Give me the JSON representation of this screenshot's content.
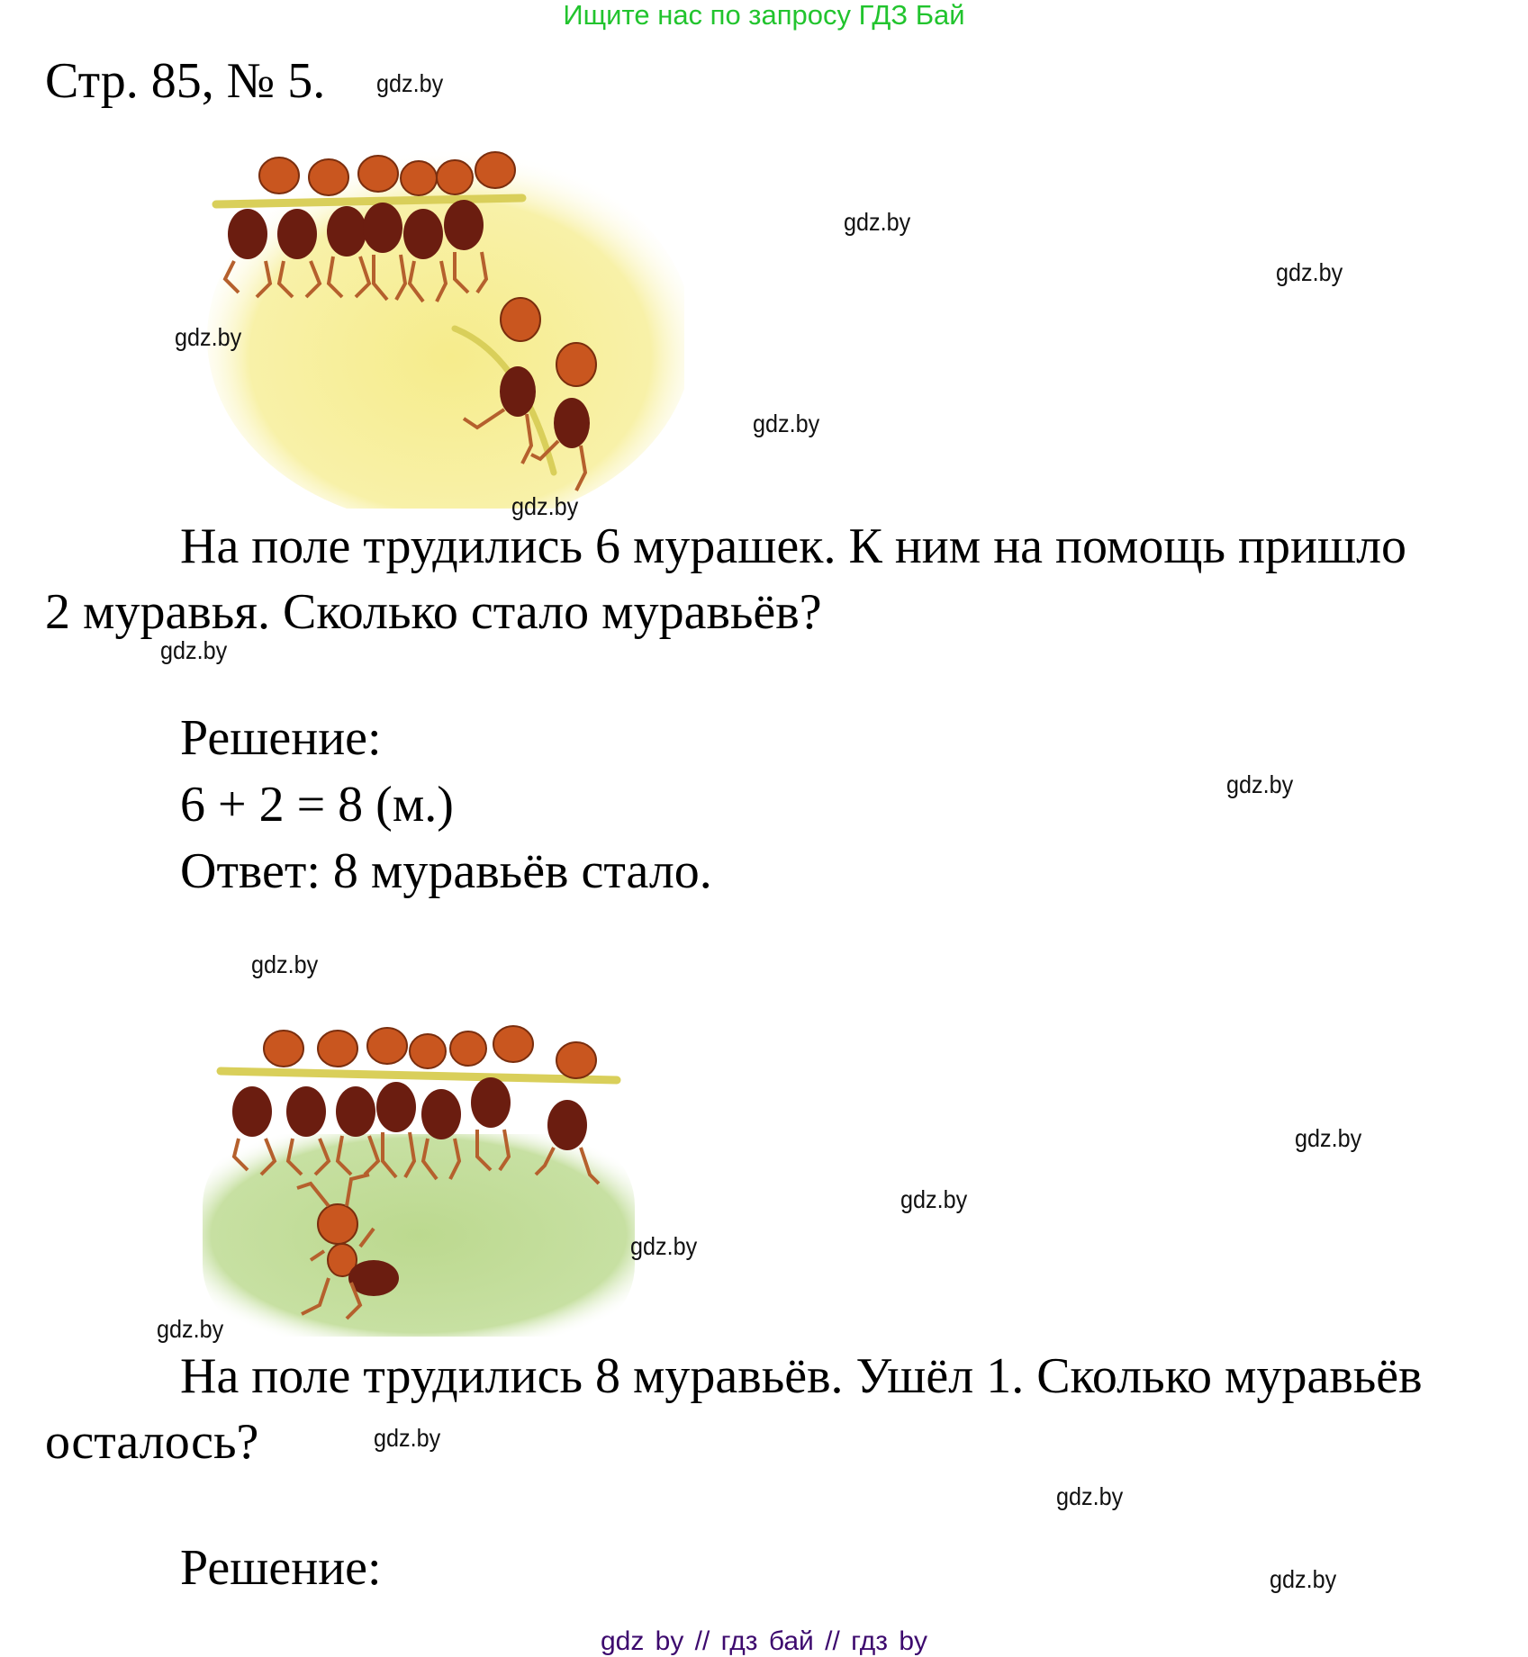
{
  "banner": {
    "text": "Ищите нас по запросу ГДЗ Бай",
    "color": "#22c42e"
  },
  "heading": "Стр. 85, № 5.",
  "problem1": {
    "illustration": {
      "description": "6 ants carrying a stick, 2 more ants arriving with a stick",
      "background_color": "#f7ef9a",
      "ant_group_count": 6,
      "arriving_ants": 2
    },
    "line1": "На поле трудились 6 мурашек. К ним на помощь пришло",
    "line2": "2 муравья. Сколько стало муравьёв?",
    "solution_label": "Решение:",
    "equation": "6 + 2 = 8 (м.)",
    "answer": "Ответ: 8 муравьёв стало."
  },
  "problem2": {
    "illustration": {
      "description": "7 ants carrying a stick, 1 ant leaving",
      "background_color": "#c2dc98",
      "ant_group_count": 7,
      "leaving_ants": 1
    },
    "line1": "На поле трудились 8 муравьёв. Ушёл 1. Сколько муравьёв",
    "line2": "осталось?",
    "solution_label": "Решение:"
  },
  "watermark": "gdz.by",
  "footer": {
    "text": "gdz by  //  гдз бай  //  гдз by",
    "color": "#3d0a6e"
  }
}
